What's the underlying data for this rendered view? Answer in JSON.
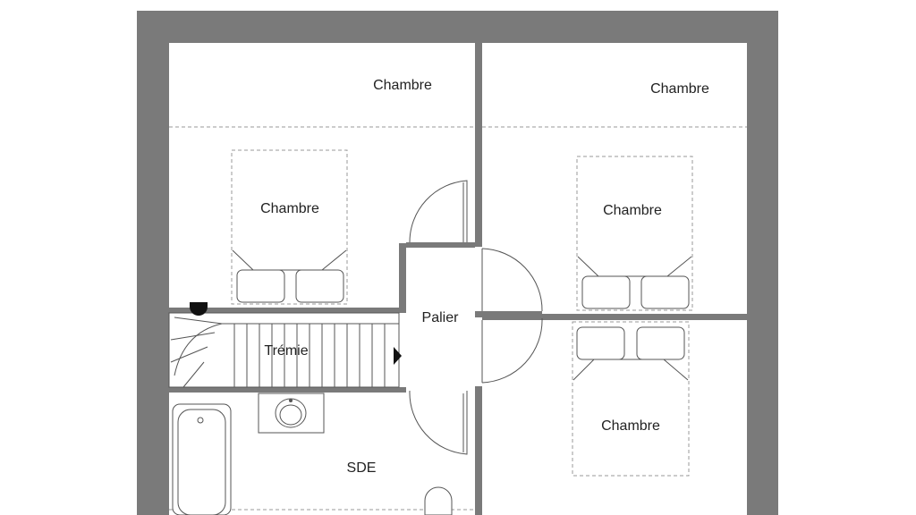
{
  "rooms": {
    "bedroom_top_left": "Chambre",
    "bedroom_top_right": "Chambre",
    "bedroom_left_bed": "Chambre",
    "bedroom_right_bed_top": "Chambre",
    "bedroom_right_bed_bottom": "Chambre",
    "landing": "Palier",
    "stairwell": "Trémie",
    "bathroom": "SDE"
  },
  "colors": {
    "wall": "#7a7a7a",
    "background": "#ffffff",
    "line": "#555555"
  }
}
